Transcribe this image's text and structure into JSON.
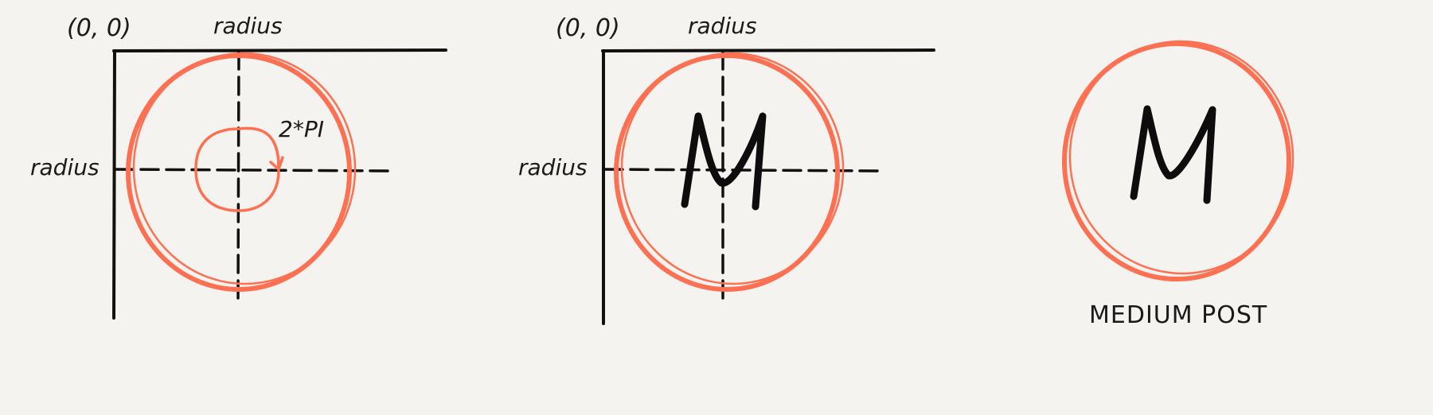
{
  "panels": [
    {
      "origin_label": "(0, 0)",
      "top_label": "radius",
      "left_label": "radius",
      "arc_label": "2*PI"
    },
    {
      "origin_label": "(0, 0)",
      "top_label": "radius",
      "left_label": "radius",
      "letter": "M"
    },
    {
      "letter": "M",
      "caption": "MEDIUM POST"
    }
  ],
  "colors": {
    "background": "#f5f3f0",
    "accent": "#ff7152",
    "ink": "#111111"
  }
}
